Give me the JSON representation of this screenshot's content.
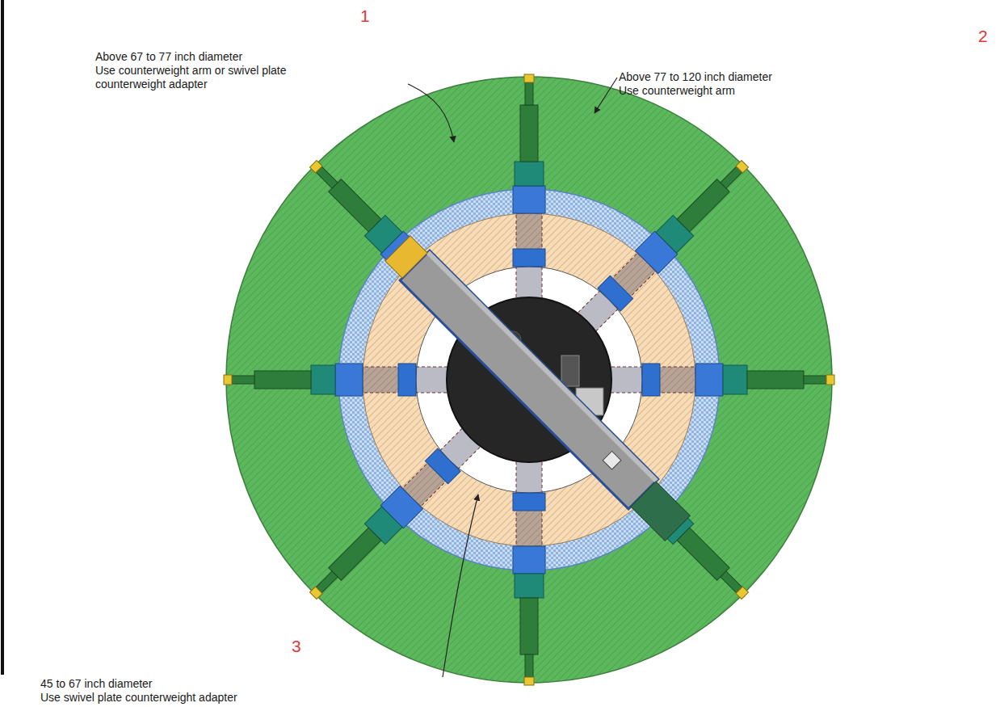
{
  "diagram": {
    "labels": [
      "1",
      "Above 67 to 77 inch diameter",
      "Use counterweight arm or swivel plate counterweight adapter",
      "2",
      "Above 77 to 120 inch diameter",
      "Use counterweight arm",
      "3",
      "45 to 67 inch diameter",
      "Use swivel plate counterweight adapter"
    ]
  }
}
